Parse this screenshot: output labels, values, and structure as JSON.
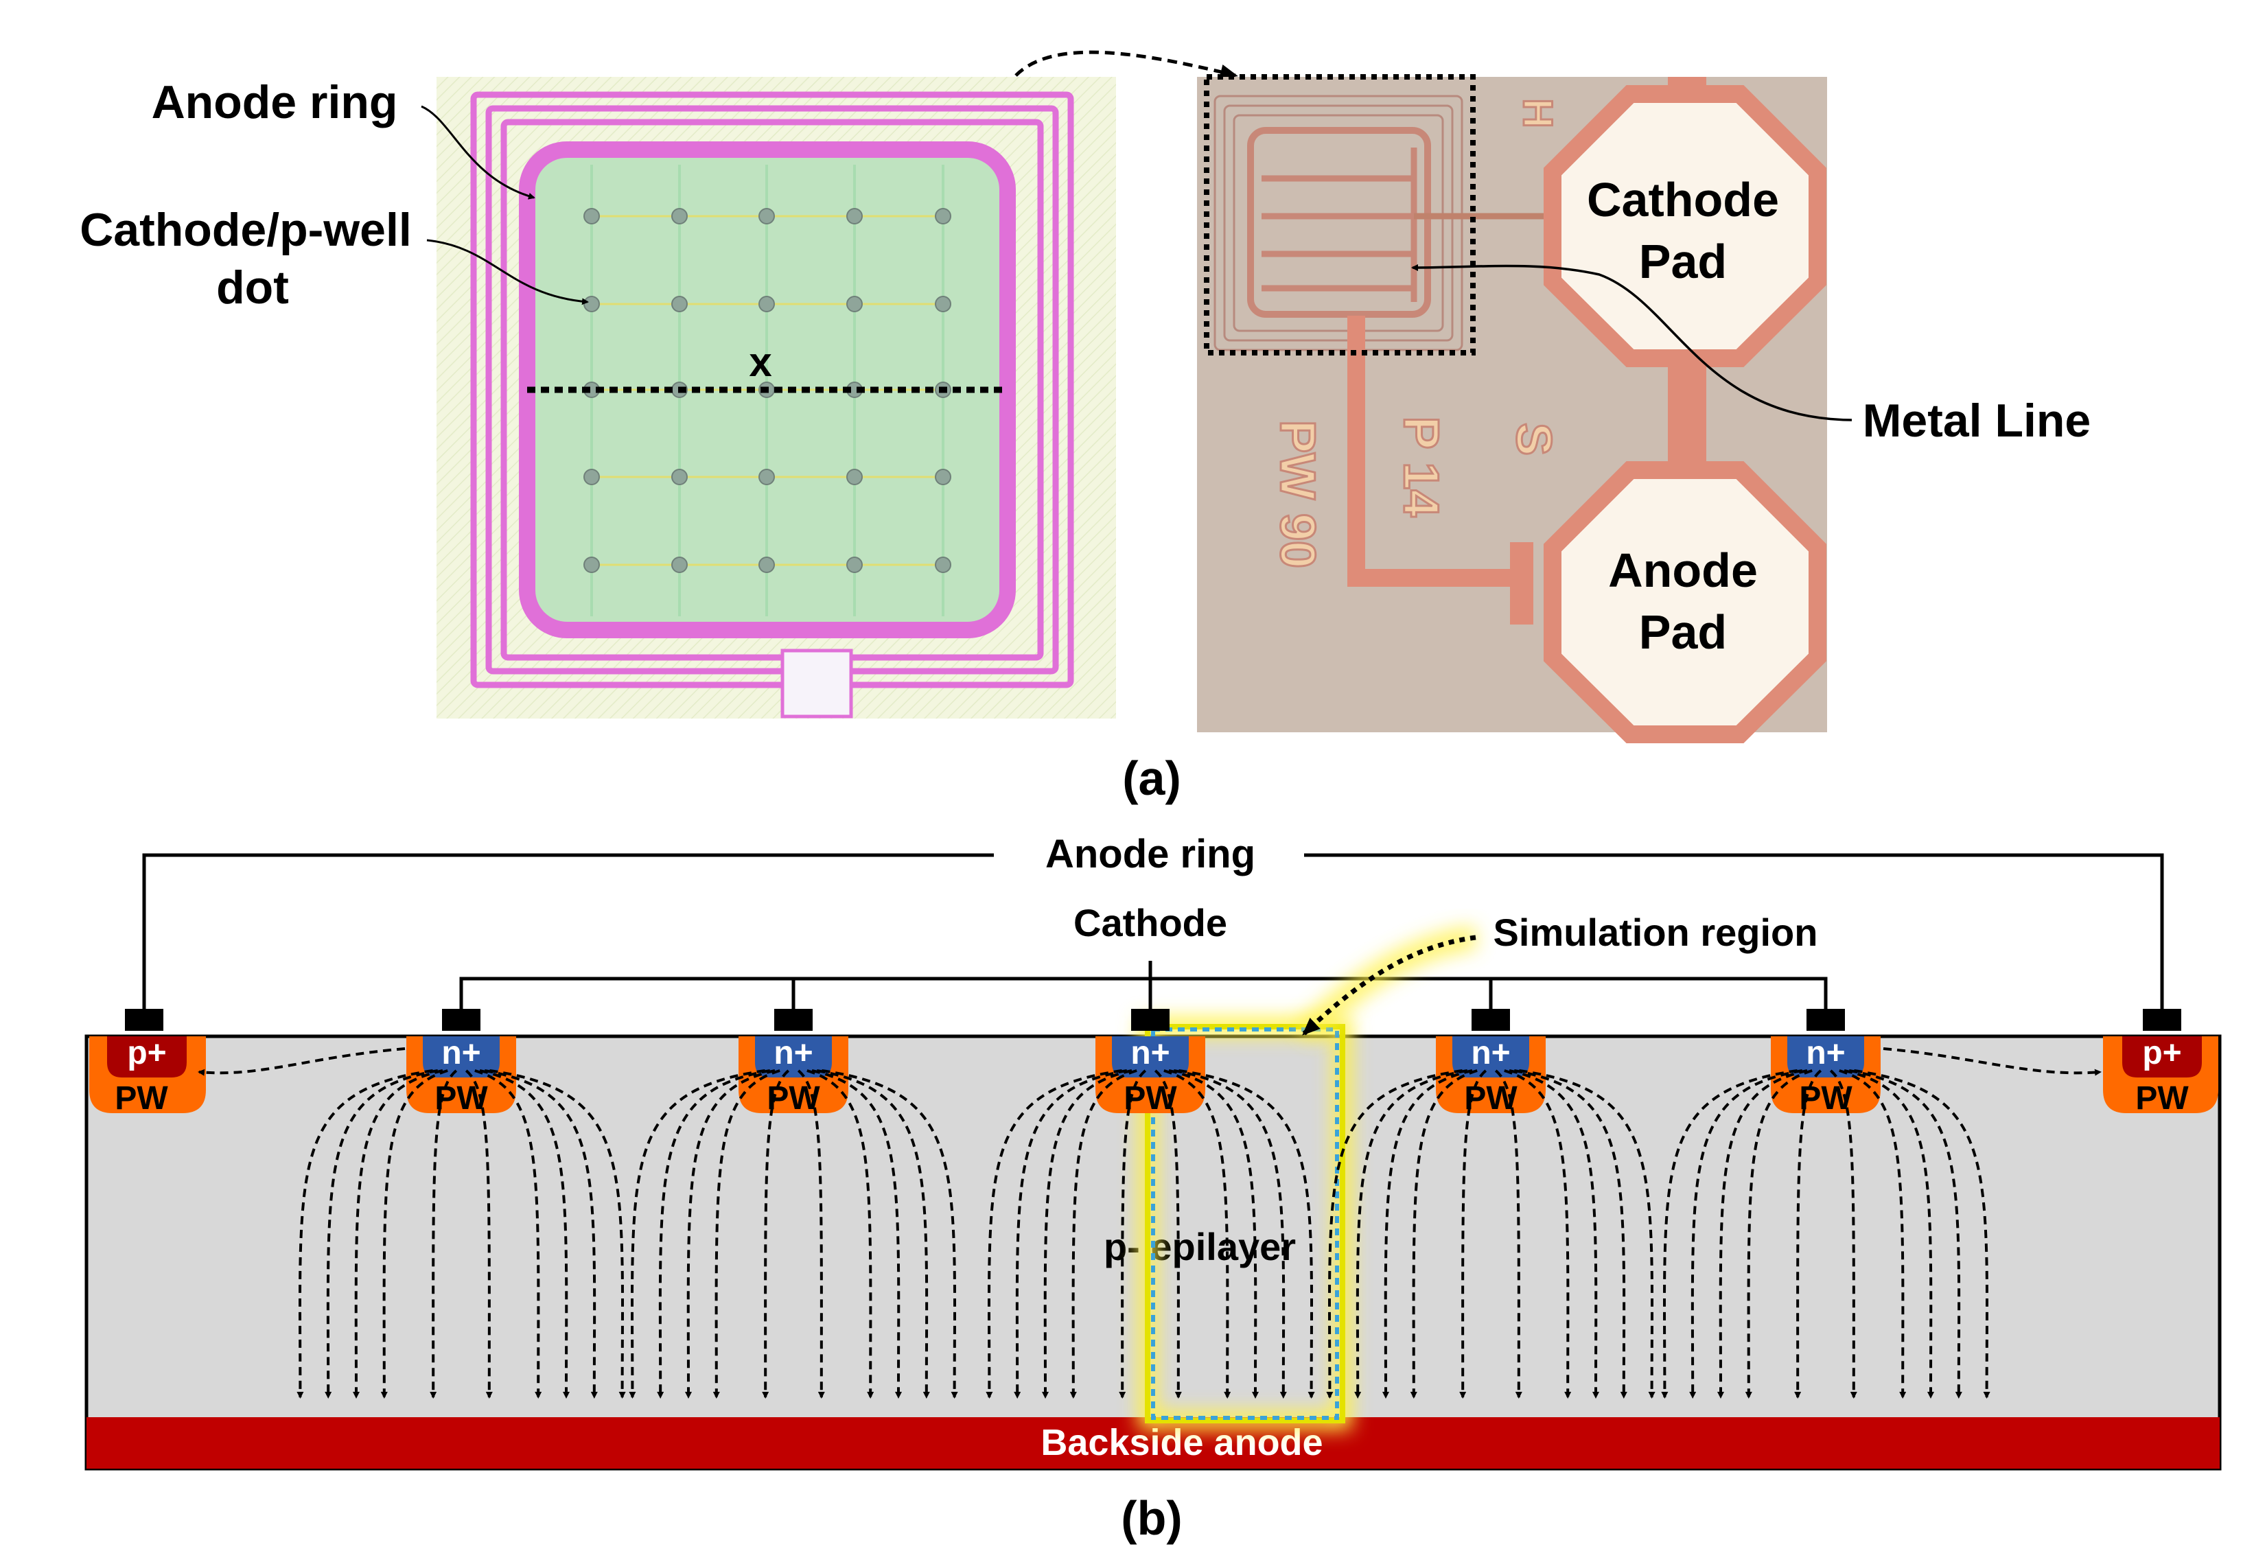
{
  "panel_a": {
    "caption": "(a)",
    "layout_labels": {
      "anode_ring": "Anode ring",
      "cathode_dot_line1": "Cathode/p-well",
      "cathode_dot_line2": "dot",
      "cut_marker": "x"
    },
    "photo_labels": {
      "cathode_pad_line1": "Cathode",
      "cathode_pad_line2": "Pad",
      "anode_pad_line1": "Anode",
      "anode_pad_line2": "Pad",
      "metal_line": "Metal Line",
      "chip_mark_1": "PW 90",
      "chip_mark_2": "P 14",
      "chip_mark_3": "S",
      "chip_mark_4": "H"
    },
    "colors": {
      "layout_bg": "#f3f6df",
      "ring": "#e070d8",
      "active": "#bfe3c0",
      "photo_bg": "#ccbdb1",
      "metal": "#df8c78",
      "pad": "#fbf4ea"
    }
  },
  "panel_b": {
    "caption": "(b)",
    "anode_ring_label": "Anode ring",
    "cathode_label": "Cathode",
    "simulation_label": "Simulation region",
    "epilayer_label": "p- epilayer",
    "backside_label": "Backside anode",
    "anode_contact_label": "p+",
    "cathode_contact_label": "n+",
    "well_label": "PW",
    "colors": {
      "epilayer": "#d8d8d8",
      "backside": "#c00000",
      "pw": "#ff6a00",
      "n_plus": "#2e5aa8",
      "p_plus": "#a80000",
      "highlight": "#fff14a",
      "sim_box": "#3aa3d8"
    }
  }
}
